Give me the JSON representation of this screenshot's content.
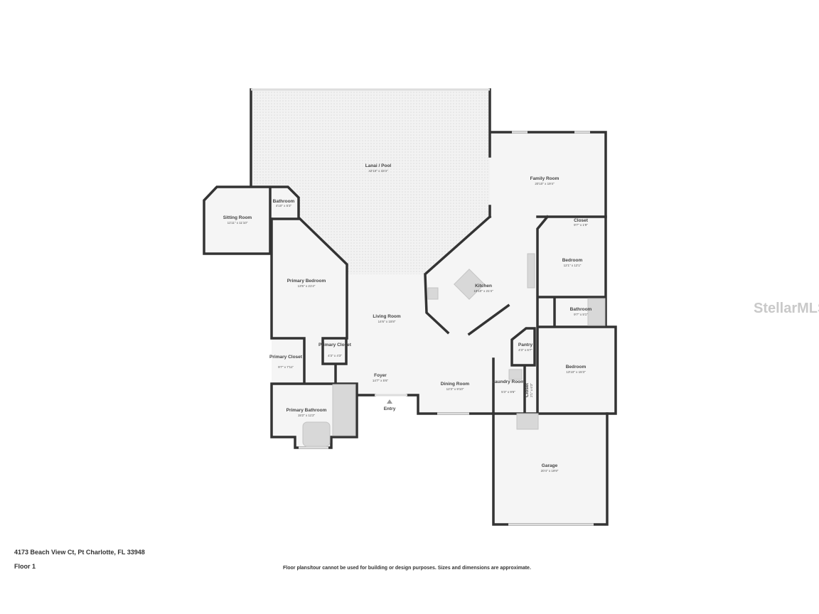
{
  "address": "4173 Beach View Ct, Pt Charlotte, FL 33948",
  "floor": "Floor 1",
  "disclaimer": "Floor plans/tour cannot be used for building or design purposes. Sizes and dimensions are approximate.",
  "watermark": "StellarMLS",
  "entry_label": "Entry",
  "rooms": [
    {
      "name": "Lanai / Pool",
      "dim": "42'10\" x 33'4\""
    },
    {
      "name": "Family Room",
      "dim": "20'10\" x 19'4\""
    },
    {
      "name": "Sitting Room",
      "dim": "11'11\" x 11'10\""
    },
    {
      "name": "Bathroom",
      "dim": "4'10\" x 5'3\""
    },
    {
      "name": "Primary Bedroom",
      "dim": "13'5\" x 21'4\""
    },
    {
      "name": "Closet",
      "dim": "9'7\" x 1'9\""
    },
    {
      "name": "Bedroom",
      "dim": "12'1\" x 12'1\""
    },
    {
      "name": "Kitchen",
      "dim": "19'10\" x 21'4\""
    },
    {
      "name": "Bathroom",
      "dim": "9'7\" x 5'1\""
    },
    {
      "name": "Living Room",
      "dim": "14'6\" x 15'8\""
    },
    {
      "name": "Pantry",
      "dim": "4'3\" x 6'7\""
    },
    {
      "name": "Primary Closet",
      "dim": "4'3\" x 4'3\""
    },
    {
      "name": "Primary Closet",
      "dim": "9'7\" x 7'11\""
    },
    {
      "name": "Bedroom",
      "dim": "13'10\" x 15'3\""
    },
    {
      "name": "Foyer",
      "dim": "14'7\" x 5'6\""
    },
    {
      "name": "Dining Room",
      "dim": "12'3\" x 9'10\""
    },
    {
      "name": "Laundry Room",
      "dim": "5'3\" x 9'6\""
    },
    {
      "name": "Closet",
      "dim": "2'1\" x 6'3\""
    },
    {
      "name": "Primary Bathroom",
      "dim": "15'2\" x 11'2\""
    },
    {
      "name": "Garage",
      "dim": "20'4\" x 19'9\""
    }
  ]
}
